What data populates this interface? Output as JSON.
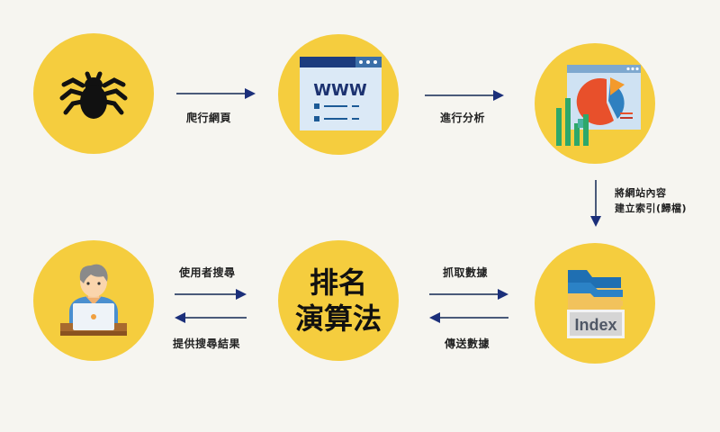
{
  "colors": {
    "background": "#f6f5f0",
    "circle": "#f5cd3e",
    "arrow": "#1b2f7a",
    "text": "#222222"
  },
  "nodes": {
    "crawler": {
      "icon": "spider-icon"
    },
    "webpage": {
      "icon": "www-browser-icon",
      "icon_text": "WWW"
    },
    "analysis": {
      "icon": "analytics-chart-icon"
    },
    "user": {
      "icon": "user-laptop-icon"
    },
    "algorithm": {
      "line1": "排名",
      "line2": "演算法"
    },
    "index": {
      "icon": "index-folder-icon",
      "icon_text": "Index"
    }
  },
  "edges": {
    "crawl": {
      "label": "爬行網頁",
      "direction": "right"
    },
    "analyze": {
      "label": "進行分析",
      "direction": "right"
    },
    "build_index": {
      "line1": "將網站內容",
      "line2": "建立索引(歸檔)",
      "direction": "down"
    },
    "fetch_data": {
      "label": "抓取數據",
      "direction": "right"
    },
    "send_data": {
      "label": "傳送數據",
      "direction": "left"
    },
    "user_search": {
      "label": "使用者搜尋",
      "direction": "right"
    },
    "provide_results": {
      "label": "提供搜尋結果",
      "direction": "left"
    }
  }
}
